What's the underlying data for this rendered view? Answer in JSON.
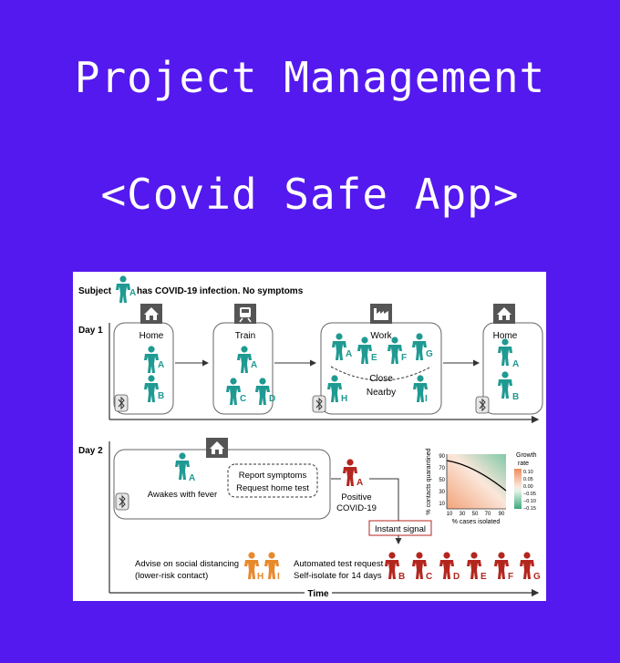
{
  "title_line1": "Project Management",
  "title_line2": "<Covid Safe App>",
  "figure": {
    "subject_letter": "A",
    "subject_text": "has COVID-19 infection. No symptoms",
    "subject_prefix": "Subject",
    "day1_label": "Day 1",
    "day2_label": "Day 2",
    "locations": {
      "home": "Home",
      "train": "Train",
      "work": "Work",
      "home2": "Home"
    },
    "close": "Close",
    "nearby": "Nearby",
    "awakes": "Awakes with fever",
    "report1": "Report symptoms",
    "report2": "Request home test",
    "positive1": "Positive",
    "positive2": "COVID-19",
    "instant": "Instant signal",
    "advise1": "Advise on social distancing",
    "advise2": "(lower-risk contact)",
    "auto1": "Automated test request",
    "auto2": "Self-isolate for 14 days",
    "time": "Time",
    "letters": [
      "A",
      "B",
      "C",
      "D",
      "E",
      "F",
      "G",
      "H",
      "I"
    ],
    "inset": {
      "ylabel": "% contacts quarantined",
      "xlabel": "% cases isolated",
      "yticks": [
        "90",
        "70",
        "50",
        "30",
        "10"
      ],
      "xticks": [
        "10",
        "30",
        "50",
        "70",
        "90"
      ],
      "legend_title1": "Growth",
      "legend_title2": "rate",
      "legend_ticks": [
        "0.10",
        "0.05",
        "0.00",
        "−0.05",
        "−0.10",
        "−0.15"
      ]
    },
    "colors": {
      "teal": "#1f9a92",
      "red": "#b3261e",
      "orange": "#e8892b",
      "line": "#333333"
    }
  }
}
